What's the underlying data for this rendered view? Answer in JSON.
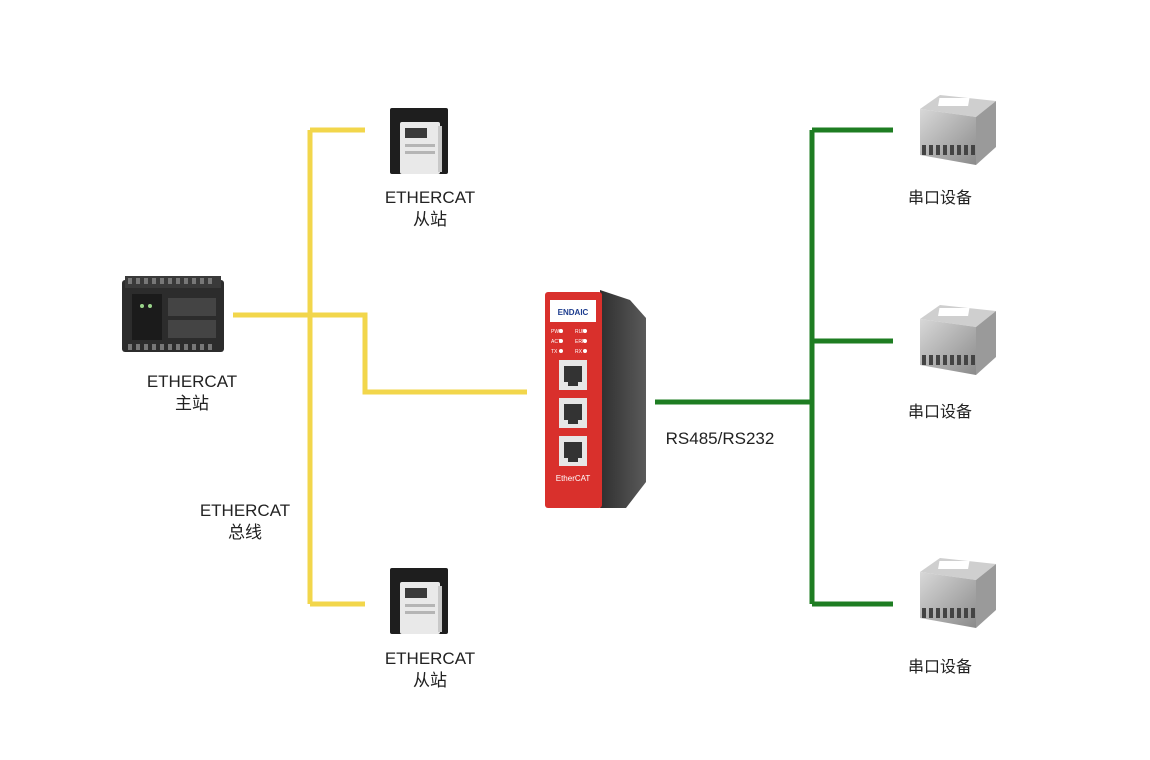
{
  "colors": {
    "ethercat_bus": "#f2d64b",
    "serial_bus": "#1e7d22",
    "gateway_body": "#d9302c",
    "gateway_side": "#3d3d3d"
  },
  "master": {
    "title": "ETHERCAT",
    "subtitle": "主站",
    "icon": "plc-icon"
  },
  "slaves": [
    {
      "title": "ETHERCAT",
      "subtitle": "从站",
      "icon": "servo-drive-icon"
    },
    {
      "title": "ETHERCAT",
      "subtitle": "从站",
      "icon": "servo-drive-icon"
    }
  ],
  "bus_label": {
    "title": "ETHERCAT",
    "subtitle": "总线"
  },
  "gateway": {
    "brand": "ENDAIC",
    "product_label": "EtherCAT",
    "leds": [
      "PWR",
      "RUN",
      "ACT",
      "ERR",
      "TX",
      "RX"
    ],
    "ports": 3
  },
  "link_label": "RS485/RS232",
  "serial_devices": [
    {
      "label": "串口设备",
      "icon": "serial-module-icon"
    },
    {
      "label": "串口设备",
      "icon": "serial-module-icon"
    },
    {
      "label": "串口设备",
      "icon": "serial-module-icon"
    }
  ]
}
